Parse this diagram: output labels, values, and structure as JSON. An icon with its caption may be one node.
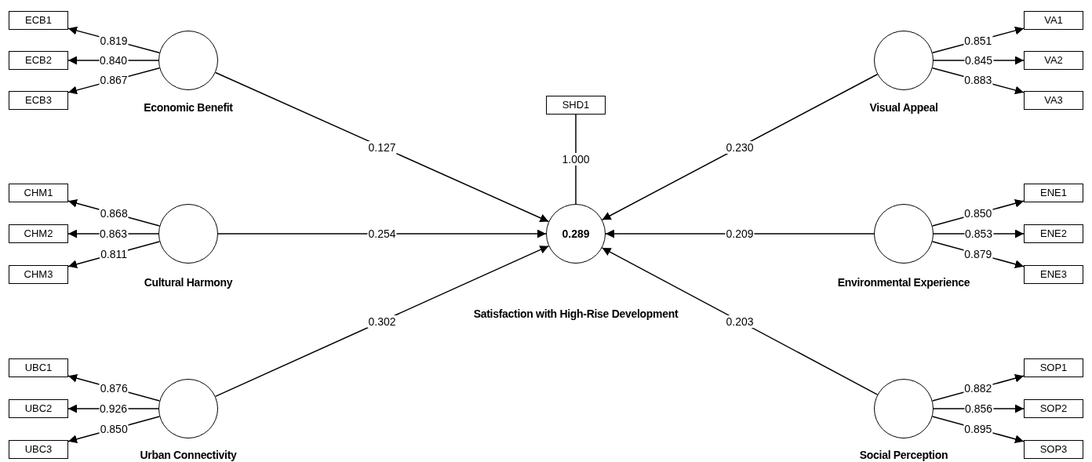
{
  "diagram": {
    "nodes": [
      {
        "text": [
          "ECB1"
        ]
      },
      {
        "text": [
          "ECB2"
        ]
      },
      {
        "text": [
          "ECB3"
        ]
      },
      {
        "text": [
          "Economic Benefit"
        ]
      },
      {
        "text": [
          "SHD1"
        ]
      },
      {
        "text": [
          "Visual Appeal"
        ]
      },
      {
        "text": [
          "VA1"
        ]
      },
      {
        "text": [
          "VA2"
        ]
      },
      {
        "text": [
          "VA3"
        ]
      },
      {
        "text": [
          "CHM1"
        ]
      },
      {
        "text": [
          "CHM2"
        ]
      },
      {
        "text": [
          "CHM3"
        ]
      },
      {
        "text": [
          "Cultural Harmony"
        ]
      },
      {
        "text": [
          "0.289",
          "Satisfaction with High-Rise Development"
        ]
      },
      {
        "text": [
          "Environmental Experience"
        ]
      },
      {
        "text": [
          "ENE1"
        ]
      },
      {
        "text": [
          "ENE2"
        ]
      },
      {
        "text": [
          "ENE3"
        ]
      },
      {
        "text": [
          "UBC1"
        ]
      },
      {
        "text": [
          "UBC2"
        ]
      },
      {
        "text": [
          "UBC3"
        ]
      },
      {
        "text": [
          "Urban Connectivity"
        ]
      },
      {
        "text": [
          "Social Perception"
        ]
      },
      {
        "text": [
          "SOP1"
        ]
      },
      {
        "text": [
          "SOP2"
        ]
      },
      {
        "text": [
          "SOP3"
        ]
      }
    ],
    "edges": [
      {
        "from": 3,
        "to": 0,
        "arrow": "to",
        "label": "0.819"
      },
      {
        "from": 3,
        "to": 1,
        "arrow": "to",
        "label": "0.840"
      },
      {
        "from": 3,
        "to": 2,
        "arrow": "to",
        "label": "0.867"
      },
      {
        "from": 5,
        "to": 6,
        "arrow": "to",
        "label": "0.851"
      },
      {
        "from": 5,
        "to": 7,
        "arrow": "to",
        "label": "0.845"
      },
      {
        "from": 5,
        "to": 8,
        "arrow": "to",
        "label": "0.883"
      },
      {
        "from": 12,
        "to": 9,
        "arrow": "to",
        "label": "0.868"
      },
      {
        "from": 12,
        "to": 10,
        "arrow": "to",
        "label": "0.863"
      },
      {
        "from": 12,
        "to": 11,
        "arrow": "to",
        "label": "0.811"
      },
      {
        "from": 14,
        "to": 15,
        "arrow": "to",
        "label": "0.850"
      },
      {
        "from": 14,
        "to": 16,
        "arrow": "to",
        "label": "0.853"
      },
      {
        "from": 14,
        "to": 17,
        "arrow": "to",
        "label": "0.879"
      },
      {
        "from": 21,
        "to": 18,
        "arrow": "to",
        "label": "0.876"
      },
      {
        "from": 21,
        "to": 19,
        "arrow": "to",
        "label": "0.926"
      },
      {
        "from": 21,
        "to": 20,
        "arrow": "to",
        "label": "0.850"
      },
      {
        "from": 22,
        "to": 23,
        "arrow": "to",
        "label": "0.882"
      },
      {
        "from": 22,
        "to": 24,
        "arrow": "to",
        "label": "0.856"
      },
      {
        "from": 22,
        "to": 25,
        "arrow": "to",
        "label": "0.895"
      },
      {
        "from": 4,
        "to": 13,
        "arrow": "none",
        "label": "1.000"
      },
      {
        "from": 3,
        "to": 13,
        "arrow": "to",
        "label": "0.127"
      },
      {
        "from": 12,
        "to": 13,
        "arrow": "to",
        "label": "0.254"
      },
      {
        "from": 21,
        "to": 13,
        "arrow": "to",
        "label": "0.302"
      },
      {
        "from": 5,
        "to": 13,
        "arrow": "to",
        "label": "0.230"
      },
      {
        "from": 14,
        "to": 13,
        "arrow": "to",
        "label": "0.209"
      },
      {
        "from": 22,
        "to": 13,
        "arrow": "to",
        "label": "0.203"
      }
    ]
  }
}
